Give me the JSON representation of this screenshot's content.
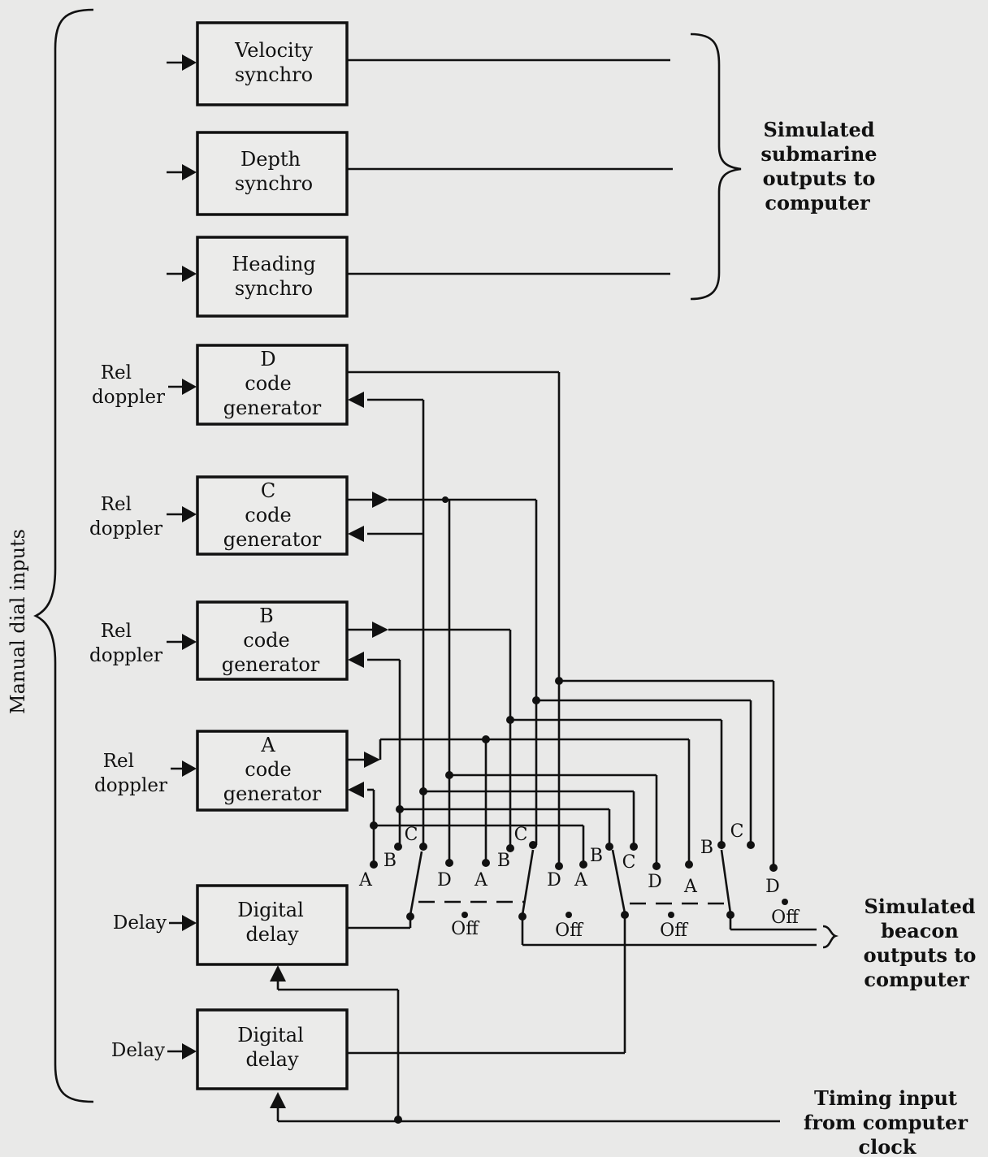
{
  "blocks": {
    "velocity": [
      "Velocity",
      "synchro"
    ],
    "depth": [
      "Depth",
      "synchro"
    ],
    "heading": [
      "Heading",
      "synchro"
    ],
    "gen_d": [
      "D",
      "code",
      "generator"
    ],
    "gen_c": [
      "C",
      "code",
      "generator"
    ],
    "gen_b": [
      "B",
      "code",
      "generator"
    ],
    "gen_a": [
      "A",
      "code",
      "generator"
    ],
    "delay1": [
      "Digital",
      "delay"
    ],
    "delay2": [
      "Digital",
      "delay"
    ]
  },
  "input_labels": {
    "rel": "Rel",
    "doppler": "doppler",
    "delay": "Delay"
  },
  "side_labels": {
    "manual": "Manual dial inputs",
    "submarine": [
      "Simulated",
      "submarine",
      "outputs to",
      "computer"
    ],
    "beacon": [
      "Simulated",
      "beacon",
      "outputs to",
      "computer"
    ],
    "timing": [
      "Timing input",
      "from computer",
      "clock"
    ]
  },
  "switches": [
    {
      "positions": [
        "A",
        "B",
        "C",
        "D"
      ],
      "off": "Off"
    },
    {
      "positions": [
        "A",
        "B",
        "C",
        "D"
      ],
      "off": "Off"
    },
    {
      "positions": [
        "A",
        "B",
        "C",
        "D"
      ],
      "off": "Off"
    },
    {
      "positions": [
        "A",
        "B",
        "C",
        "D"
      ],
      "off": "Off"
    }
  ]
}
